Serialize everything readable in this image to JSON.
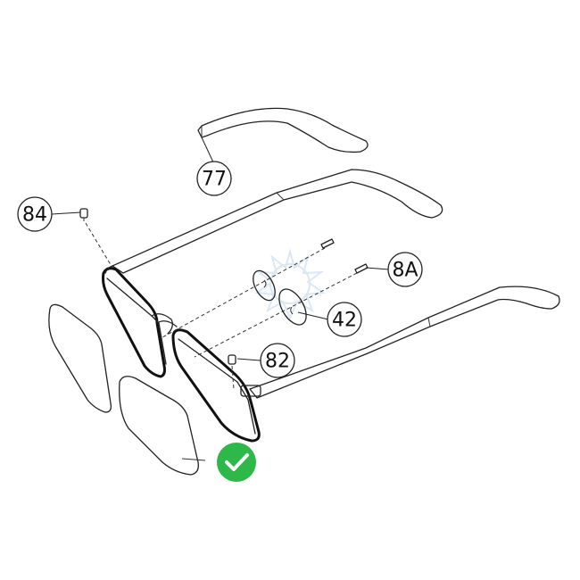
{
  "diagram": {
    "callouts": [
      {
        "id": "temple-tip",
        "label": "77"
      },
      {
        "id": "hinge-screw",
        "label": "84"
      },
      {
        "id": "nose-pad-screw",
        "label": "8A"
      },
      {
        "id": "nose-pad",
        "label": "42"
      },
      {
        "id": "pad-arm-screw",
        "label": "82"
      }
    ],
    "check_badge": {
      "icon": "checkmark-icon",
      "color": "#2fb84a"
    },
    "colors": {
      "line": "#222222",
      "watermark": "#dbe7f3"
    }
  }
}
